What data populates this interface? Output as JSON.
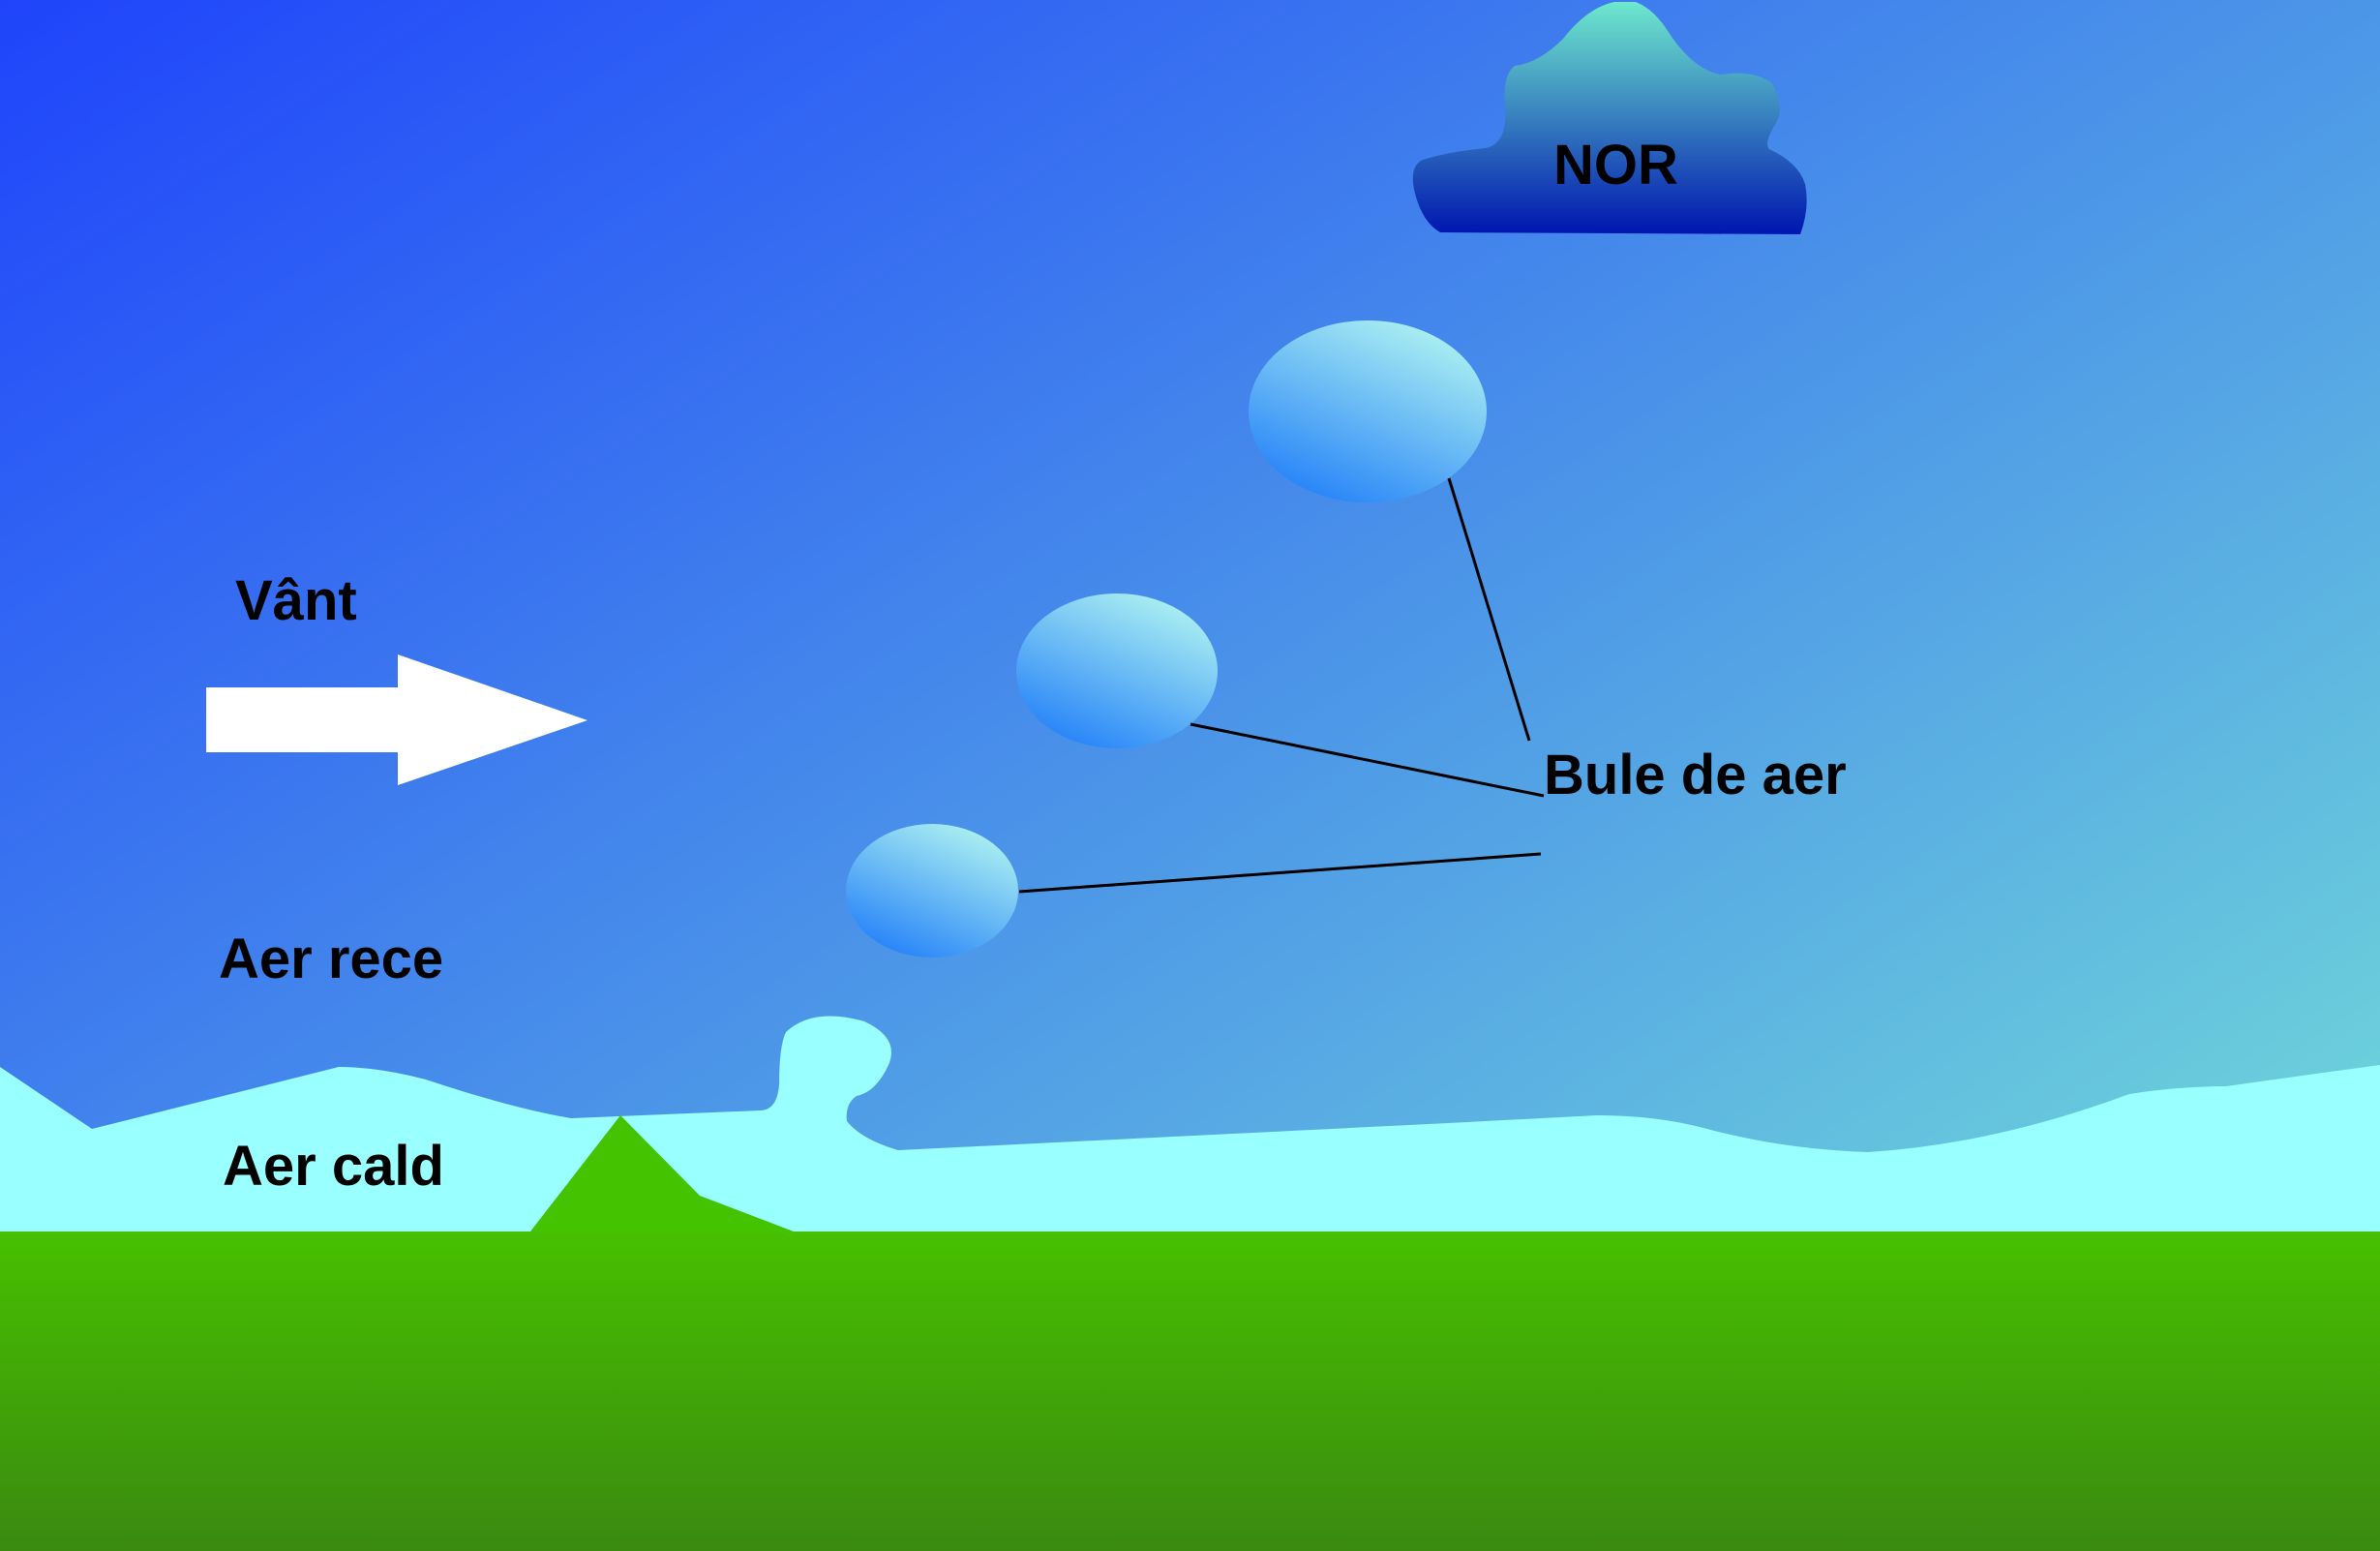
{
  "labels": {
    "wind": "Vânt",
    "cold_air": "Aer rece",
    "warm_air": "Aer cald",
    "bubbles": "Bule de aer",
    "cloud": "NOR"
  },
  "colors": {
    "sky_top": "#1f44fb",
    "sky_bottom": "#79e8d5",
    "warm_air_layer": "#99ffff",
    "ground_top": "#47c000",
    "ground_bottom": "#3a8a10",
    "hill": "#44c400",
    "arrow": "#ffffff",
    "bubble_light": "#a7ecf2",
    "bubble_dark": "#2c88f8",
    "cloud_top": "#6ee8cd",
    "cloud_bottom": "#0016b0",
    "pointer_line": "#000000"
  },
  "icons": {
    "wind_arrow": "arrow-right-icon",
    "cloud": "cloud-icon",
    "bubble": "ellipse-bubble-icon"
  }
}
